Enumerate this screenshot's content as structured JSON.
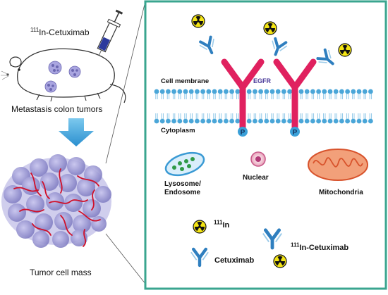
{
  "left_panel": {
    "injection_label": {
      "superscript": "111",
      "text": "In-Cetuximab"
    },
    "mouse_caption": "Metastasis colon tumors",
    "mass_caption": "Tumor cell mass"
  },
  "right_panel": {
    "membrane_label": "Cell membrane",
    "cytoplasm_label": "Cytoplasm",
    "receptor_label": "EGFR",
    "phospho_label": "P",
    "lysosome_label": "Lysosome/",
    "endosome_label": "Endosome",
    "nuclear_label": "Nuclear",
    "mitochondria_label": "Mitochondria"
  },
  "legend": {
    "radionuclide": {
      "superscript": "111",
      "text": "In"
    },
    "antibody": "Cetuximab",
    "conjugate": {
      "superscript": "111",
      "text": "In-Cetuximab"
    }
  },
  "colors": {
    "frame_border": "#3aa58f",
    "receptor": "#e0215f",
    "antibody": "#2f7fbf",
    "radiation_yellow": "#f4e514",
    "membrane_head": "#4aa6d8",
    "arrow_blue": "#3aa0d8",
    "lysosome_green": "#2e9a48",
    "mitochondria_orange": "#f2a07a",
    "tumor_purple": "#8a86c8",
    "vessel_red": "#d0102a"
  }
}
